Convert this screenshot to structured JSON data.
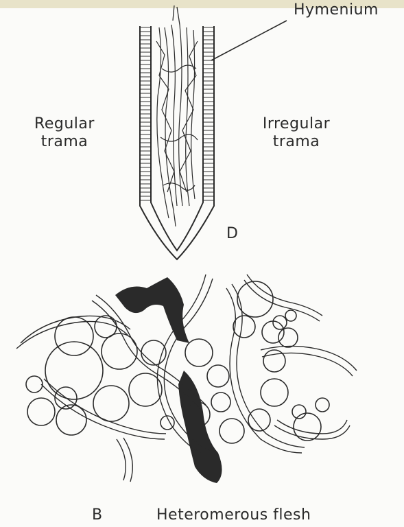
{
  "labels": {
    "hymenium": "Hymenium",
    "regular_trama": "Regular\ntrama",
    "irregular_trama": "Irregular\ntrama",
    "panel_d": "D",
    "panel_b": "B",
    "heteromerous_flesh": "Heteromerous flesh"
  },
  "colors": {
    "ink": "#2a2a2a",
    "paper": "#fbfbf9",
    "top_strip": "#e8e3c9"
  }
}
